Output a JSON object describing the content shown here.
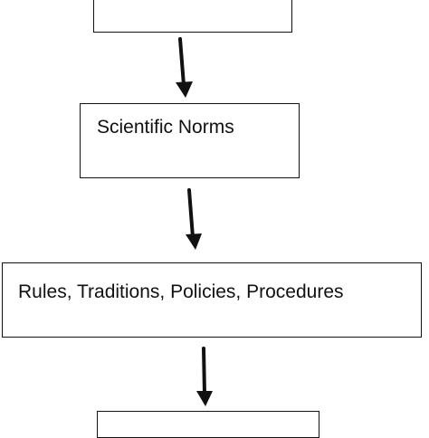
{
  "diagram": {
    "nodes": [
      {
        "id": "top",
        "label": ""
      },
      {
        "id": "norms",
        "label": "Scientific Norms"
      },
      {
        "id": "rules",
        "label": "Rules, Traditions, Policies, Procedures"
      },
      {
        "id": "bottom",
        "label": ""
      }
    ],
    "edges": [
      {
        "from": "top",
        "to": "norms"
      },
      {
        "from": "norms",
        "to": "rules"
      },
      {
        "from": "rules",
        "to": "bottom"
      }
    ],
    "colors": {
      "stroke": "#111111",
      "background": "#ffffff"
    }
  }
}
